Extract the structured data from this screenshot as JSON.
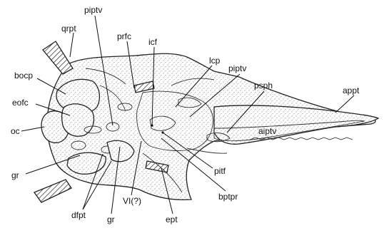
{
  "figure": {
    "labels": {
      "piptv_top": "piptv",
      "qrpt": "qrpt",
      "prfc": "prfc",
      "icf": "icf",
      "lcp": "lcp",
      "piptv_right": "piptv",
      "psph": "psph",
      "appt": "appt",
      "bocp": "bocp",
      "eofc": "eofc",
      "oc": "oc",
      "aiptv": "aiptv",
      "pitf": "pitf",
      "bptpr": "bptpr",
      "gr_left": "gr",
      "dfpt": "dfpt",
      "gr_bottom": "gr",
      "vi": "VI(?)",
      "ept": "ept"
    }
  }
}
